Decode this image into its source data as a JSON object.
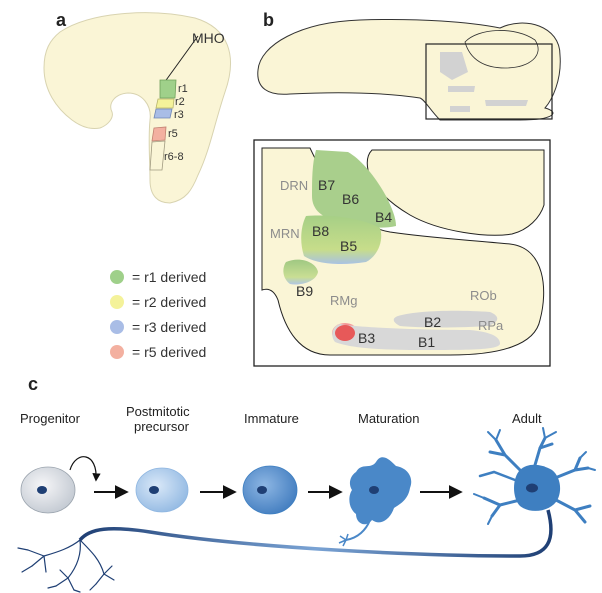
{
  "panels": {
    "a": "a",
    "b": "b",
    "c": "c"
  },
  "panel_a": {
    "mho": "MHO",
    "rhombomeres": [
      "r1",
      "r2",
      "r3",
      "r5",
      "r6-8"
    ]
  },
  "panel_b": {
    "regions": [
      "DRN",
      "MRN",
      "RMg",
      "ROb",
      "RPa"
    ],
    "clusters": [
      "B7",
      "B6",
      "B4",
      "B8",
      "B5",
      "B9",
      "B3",
      "B2",
      "B1"
    ]
  },
  "legend": [
    {
      "label": "= r1 derived",
      "color": "#9fd08a"
    },
    {
      "label": "= r2 derived",
      "color": "#f4f29a"
    },
    {
      "label": "= r3 derived",
      "color": "#a9bde6"
    },
    {
      "label": "= r5 derived",
      "color": "#f3b0a0"
    }
  ],
  "panel_c": {
    "stages": [
      "Progenitor",
      "Postmitotic",
      "precursor",
      "Immature",
      "Maturation",
      "Adult"
    ]
  },
  "colors": {
    "tissue": "#faf5d6",
    "outline": "#222222",
    "nucleus_gray": "#d8d8d8",
    "neuron_blue": "#3e7fc1",
    "axon": "#1f3f74"
  }
}
